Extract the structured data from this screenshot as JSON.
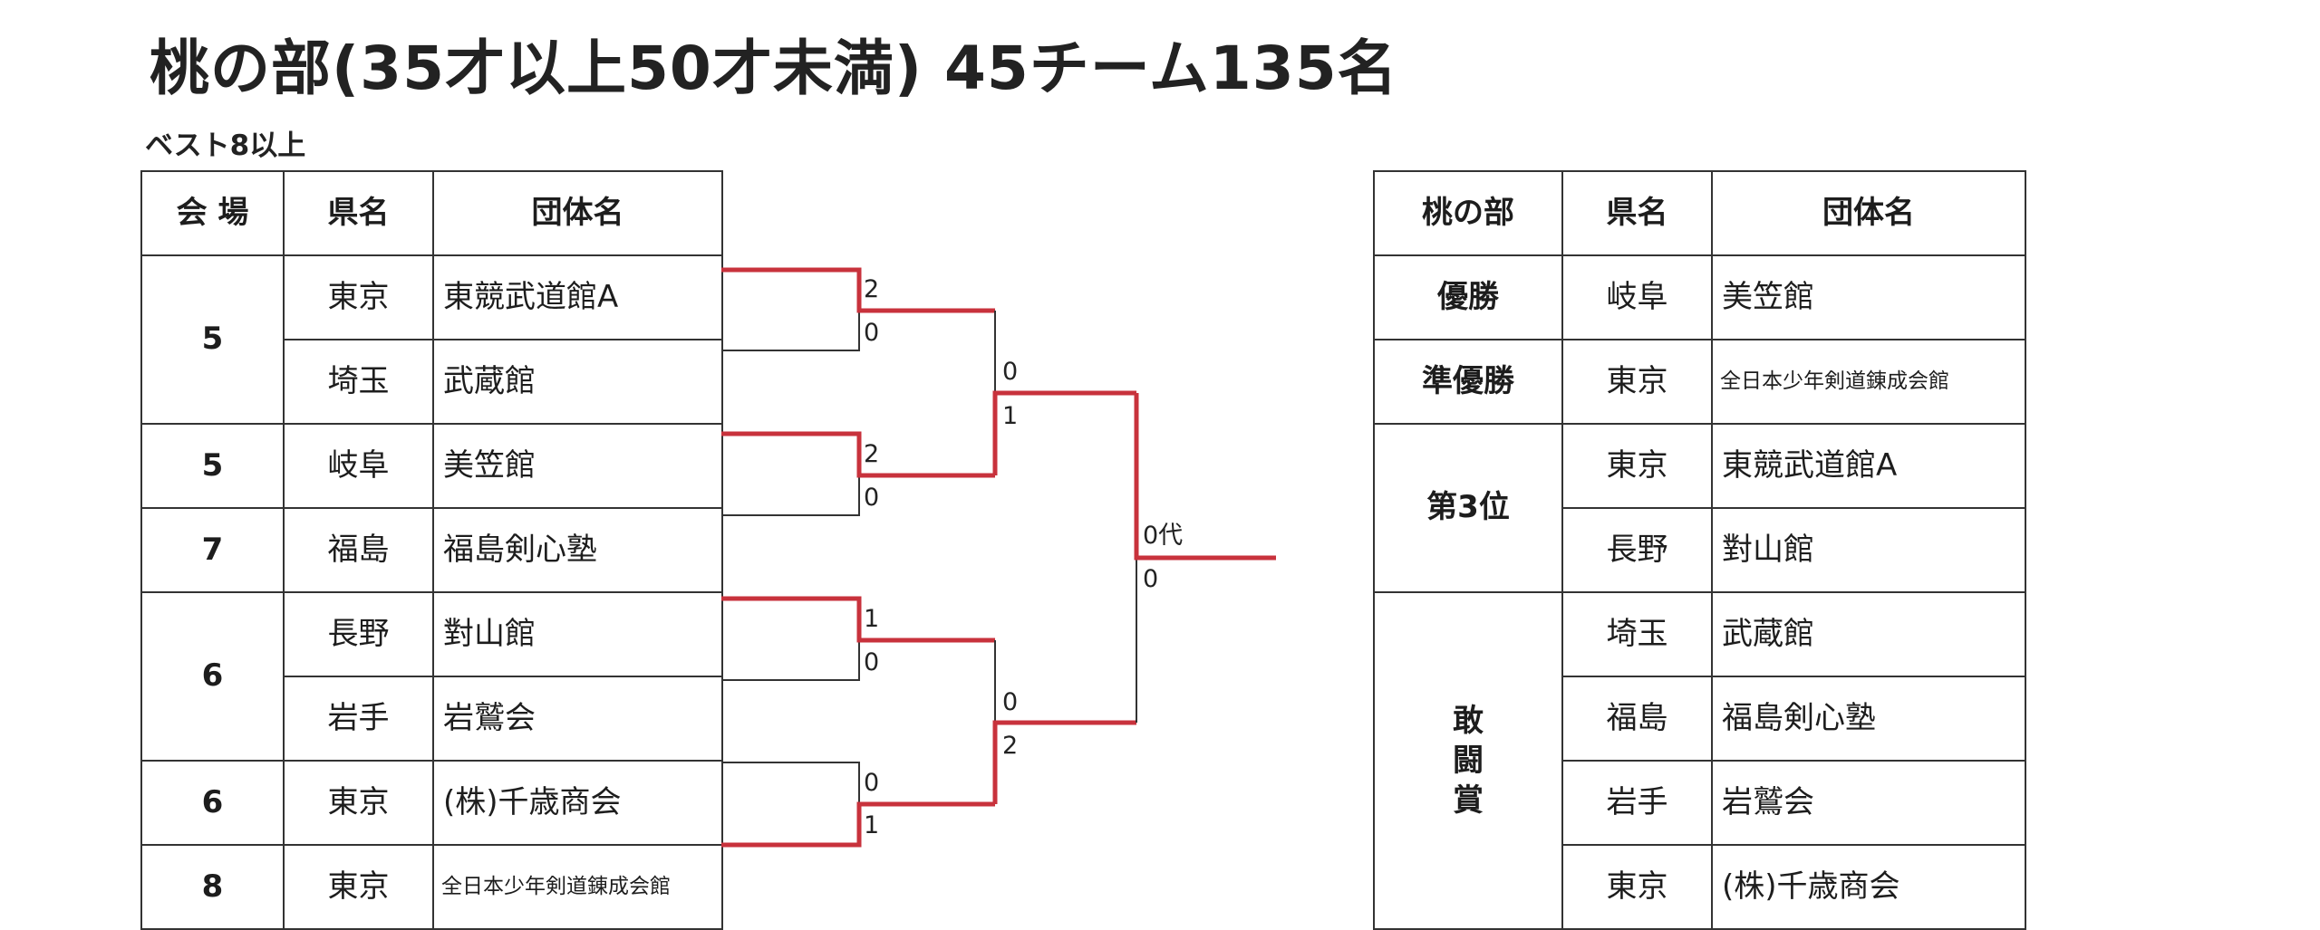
{
  "title": "桃の部(35才以上50才未満) 45チーム135名",
  "subtitle": "ベスト8以上",
  "left_table": {
    "headers": [
      "会 場",
      "県名",
      "団体名"
    ],
    "venues": [
      "5",
      "5",
      "7",
      "6",
      "6",
      "8"
    ],
    "rows": [
      {
        "pref": "東京",
        "team": "東競武道館A"
      },
      {
        "pref": "埼玉",
        "team": "武蔵館"
      },
      {
        "pref": "岐阜",
        "team": "美笠館"
      },
      {
        "pref": "福島",
        "team": "福島剣心塾"
      },
      {
        "pref": "長野",
        "team": "對山館"
      },
      {
        "pref": "岩手",
        "team": "岩鷲会"
      },
      {
        "pref": "東京",
        "team": "(株)千歳商会"
      },
      {
        "pref": "東京",
        "team": "全日本少年剣道錬成会館"
      }
    ]
  },
  "bracket": {
    "r1": [
      "2",
      "0",
      "2",
      "0",
      "1",
      "0",
      "0",
      "1"
    ],
    "r2": [
      "0",
      "1",
      "0",
      "2"
    ],
    "final": [
      "0代",
      "0"
    ]
  },
  "right_table": {
    "headers": [
      "桃の部",
      "県名",
      "団体名"
    ],
    "categories": {
      "winner": "優勝",
      "runner_up": "準優勝",
      "third": "第3位",
      "fighting_spirit": [
        "敢",
        "闘",
        "賞"
      ]
    },
    "winner": {
      "pref": "岐阜",
      "team": "美笠館"
    },
    "runner_up": {
      "pref": "東京",
      "team": "全日本少年剣道錬成会館"
    },
    "third": [
      {
        "pref": "東京",
        "team": "東競武道館A"
      },
      {
        "pref": "長野",
        "team": "對山館"
      }
    ],
    "fighting_spirit": [
      {
        "pref": "埼玉",
        "team": "武蔵館"
      },
      {
        "pref": "福島",
        "team": "福島剣心塾"
      },
      {
        "pref": "岩手",
        "team": "岩鷲会"
      },
      {
        "pref": "東京",
        "team": "(株)千歳商会"
      }
    ]
  },
  "colors": {
    "winner_path": "#c8323c",
    "line": "#333333"
  }
}
